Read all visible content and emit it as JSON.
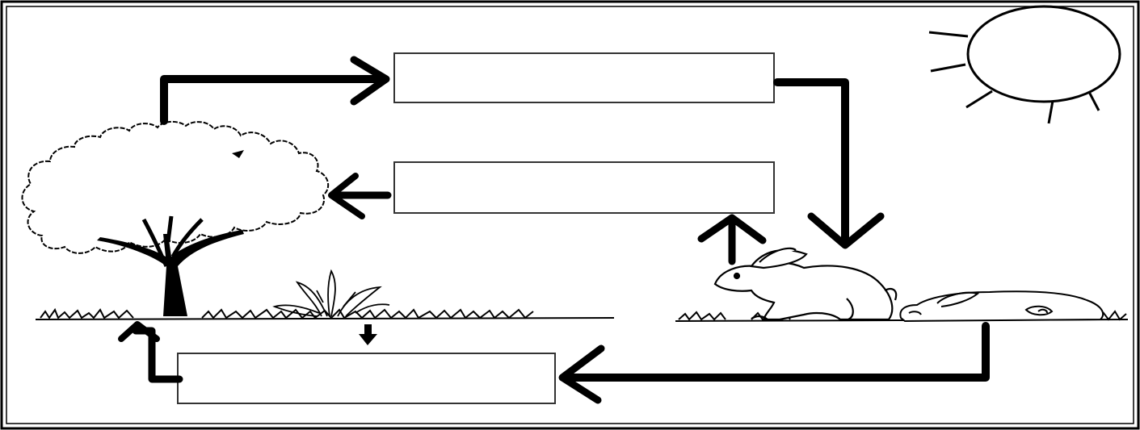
{
  "diagram": {
    "boxes": [
      {
        "id": "top",
        "label": ""
      },
      {
        "id": "middle",
        "label": ""
      },
      {
        "id": "bottom",
        "label": ""
      }
    ],
    "illustrations": [
      "tree",
      "sun",
      "grass",
      "rabbit",
      "dead-rabbit",
      "small-plant"
    ],
    "colors": {
      "ink": "#000000",
      "paper": "#ffffff",
      "box_border": "#444444"
    }
  }
}
